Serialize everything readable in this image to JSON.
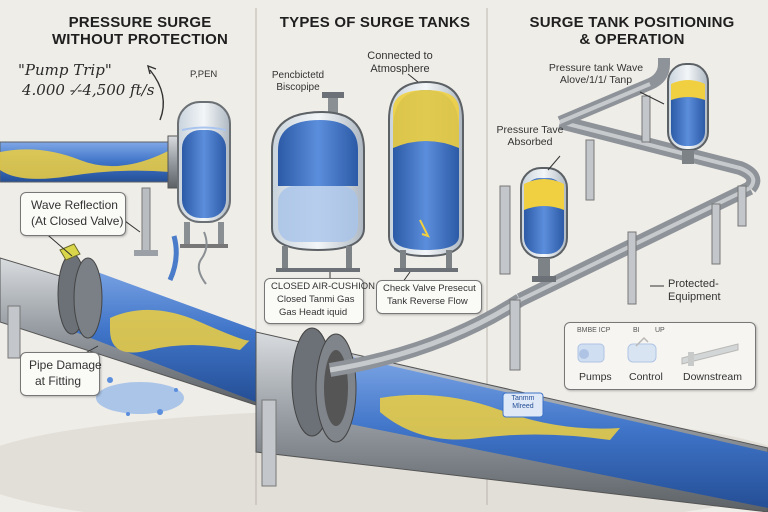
{
  "panels": {
    "left": {
      "title_line1": "PRESSURE SURGE",
      "title_line2": "WITHOUT PROTECTION",
      "pump_trip": "\"Pump Trip\"",
      "wave_speed": "4.000 -⁄-4,500 ft/s",
      "tank_tag": "P,PEN",
      "wave_reflection_line1": "Wave Reflection",
      "wave_reflection_line2": "(At Closed Valve)",
      "pipe_damage_line1": "Pipe Damage",
      "pipe_damage_line2": "at Fitting"
    },
    "middle": {
      "title": "TYPES OF SURGE TANKS",
      "connected_line1": "Connected to",
      "connected_line2": "Atmosphere",
      "left_tank_line1": "Pencbictetd",
      "left_tank_line2": "Biscopipe",
      "air_cushion_line1": "CLOSED AIR-CUSHION",
      "air_cushion_line2": "Closed Tanmi Gas",
      "air_cushion_line3": "Gas Headt iquid",
      "check_valve_line1": "Check Valve Presecut",
      "check_valve_line2": "Tank Reverse Flow"
    },
    "right": {
      "title_line1": "SURGE TANK POSITIONING",
      "title_line2": "& OPERATION",
      "pressure_wave_line1": "Pressure tank Wave",
      "pressure_wave_line2": "Alove/1/1/ Tanp",
      "absorbed_line1": "Pressure Tave",
      "absorbed_line2": "Absorbed",
      "protected_line1": "Protected-",
      "protected_line2": "Equipment",
      "legend_headers": [
        "BMBE ICP",
        "BI",
        "UP"
      ],
      "legend_items": [
        "Pumps",
        "Control",
        "Downstream"
      ],
      "tag_line1": "Tanmm",
      "tag_line2": "Mlreed"
    }
  },
  "colors": {
    "water_blue": "#3f74c8",
    "surge_yellow": "#f0d040",
    "steel": "#9aa0a6",
    "background": "#efede8"
  }
}
